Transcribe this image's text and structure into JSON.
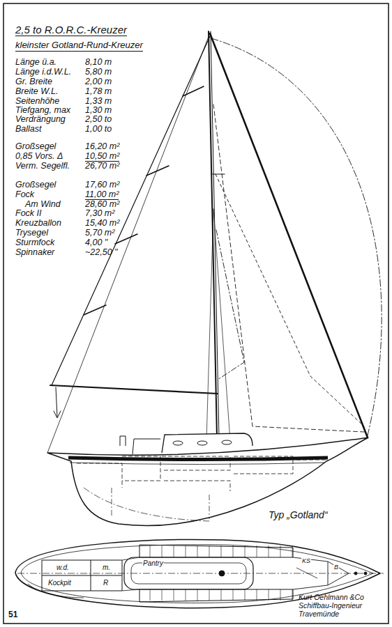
{
  "diagram": {
    "title": "2,5 to R.O.R.C.-Kreuzer",
    "labels": [
      "kleinster Gotland-Rund-Kreuzer",
      "Länge ü.a.",
      "8,10 m",
      "Länge i.d.W.L.",
      "5,80 m",
      "Gr. Breite",
      "2,00 m",
      "Breite W.L.",
      "1,78 m",
      "Seitenhöhe",
      "1,33 m",
      "Tiefgang, max",
      "1,30 m",
      "Verdrängung",
      "2,50 to",
      "Ballast",
      "1,00 to",
      "Großsegel",
      "16,20 m²",
      "0,85 Vors. Δ",
      "10,50 m²",
      "Verm. Segelfl.",
      "26,70 m²",
      "Großsegel",
      "17,60 m²",
      "Fock",
      "11,00 m²",
      "Am Wind",
      "28,60 m²",
      "Fock II",
      "7,30 m²",
      "Kreuzballon",
      "15,40 m²",
      "Trysegel",
      "5,70 m²",
      "Sturmfock",
      "4,00 \"",
      "Spinnaker",
      "~22,50 \"",
      "Typ „Gotland“",
      "Pantry",
      "w.d.",
      "m.",
      "Kockpit",
      "R",
      "KS",
      "B",
      "Kurt Oehlmann &Co Schiffbau-Ingenieur Travemünde",
      "51"
    ]
  }
}
